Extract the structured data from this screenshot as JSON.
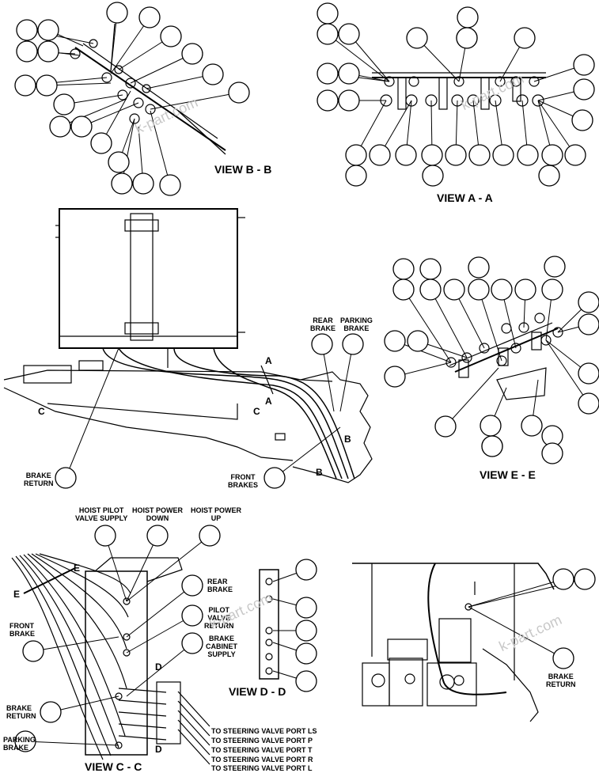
{
  "views": {
    "bb": "VIEW B - B",
    "aa": "VIEW A - A",
    "ee": "VIEW E - E",
    "cc": "VIEW C - C",
    "dd": "VIEW D - D"
  },
  "labels": {
    "rear_brake_1": "REAR\nBRAKE",
    "parking_brake_1": "PARKING\nBRAKE",
    "brake_return_1": "BRAKE\nRETURN",
    "front_brakes": "FRONT\nBRAKES",
    "hoist_pilot": "HOIST PILOT\nVALVE SUPPLY",
    "hoist_down": "HOIST POWER\nDOWN",
    "hoist_up": "HOIST POWER\nUP",
    "rear_brake_2": "REAR\nBRAKE",
    "pilot_return": "PILOT\nVALVE\nRETURN",
    "cabinet_supply": "BRAKE\nCABINET\nSUPPLY",
    "front_brake_2": "FRONT\nBRAKE",
    "brake_return_2": "BRAKE\nRETURN",
    "parking_brake_2": "PARKING\nBRAKE",
    "brake_return_3": "BRAKE\nRETURN",
    "port_ls": "TO STEERING VALVE PORT LS",
    "port_p": "TO STEERING VALVE PORT P",
    "port_t": "TO STEERING VALVE PORT T",
    "port_r": "TO STEERING VALVE PORT R",
    "port_l": "TO STEERING VALVE PORT L"
  },
  "section_marks": {
    "a1": "A",
    "a2": "A",
    "b1": "B",
    "b2": "B",
    "c1": "C",
    "c2": "C",
    "d1": "D",
    "d2": "D",
    "e1": "E",
    "e2": "E"
  },
  "watermark": "k-part.com"
}
